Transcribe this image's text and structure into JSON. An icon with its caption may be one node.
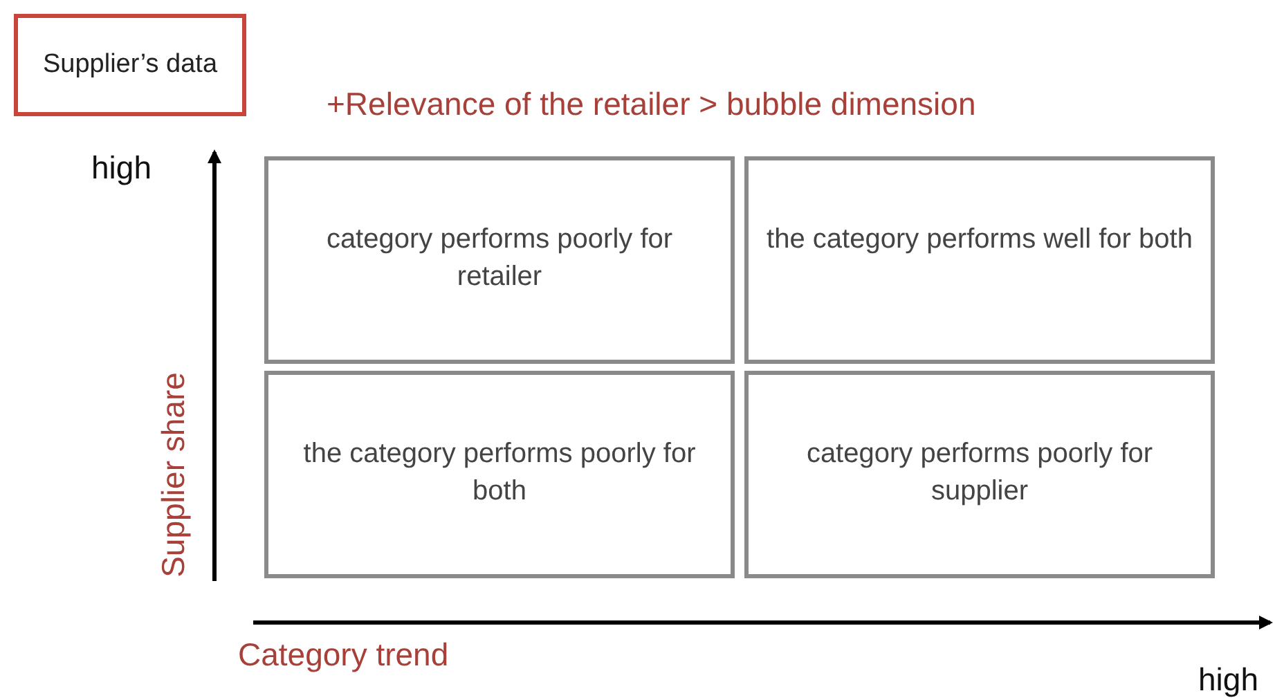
{
  "diagram": {
    "title": "+Relevance of the retailer > bubble dimension",
    "nodes": [
      {
        "text": [
          "Supplier’s data"
        ]
      },
      {
        "text": [
          "category performs poorly for retailer"
        ]
      },
      {
        "text": [
          "the category performs well for both"
        ]
      },
      {
        "text": [
          "the category performs poorly for both"
        ]
      },
      {
        "text": [
          "category performs poorly for supplier"
        ]
      }
    ],
    "labels": [
      "high",
      "Supplier share",
      "Category trend",
      "high"
    ]
  }
}
